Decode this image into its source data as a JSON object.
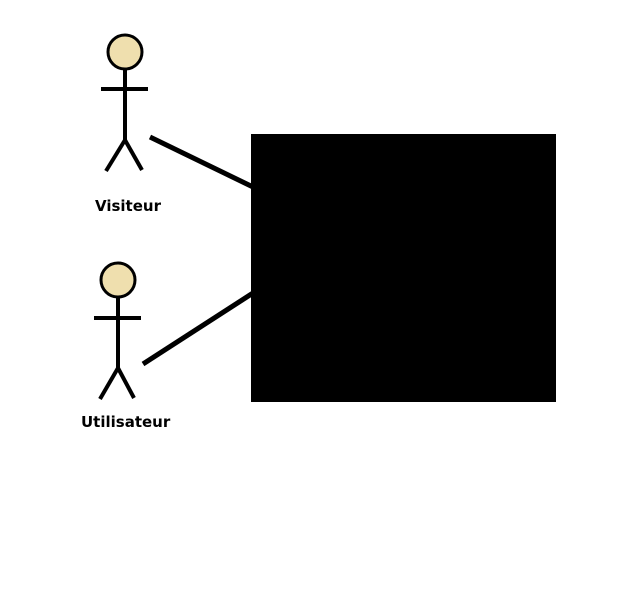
{
  "diagram": {
    "actors": [
      {
        "id": "visiteur",
        "label": "Visiteur"
      },
      {
        "id": "utilisateur",
        "label": "Utilisateur"
      }
    ],
    "system_box": {
      "label": ""
    },
    "colors": {
      "actor_head_fill": "#efdfae",
      "stroke": "#000000",
      "system_box_fill": "#000000",
      "background": "#ffffff"
    }
  }
}
